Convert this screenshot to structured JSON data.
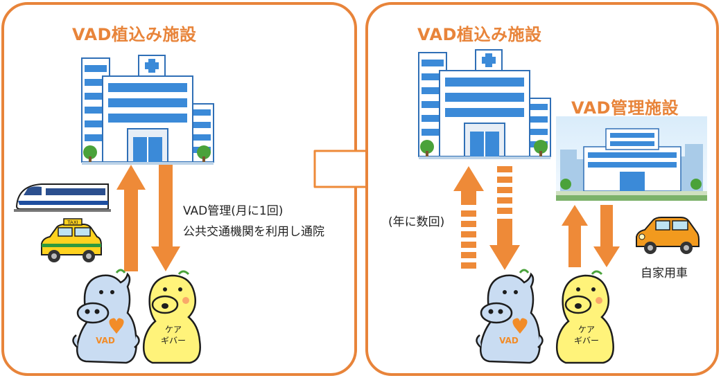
{
  "left_panel": {
    "facility_title": "VAD植込み施設",
    "management_label": "VAD管理(月に1回)",
    "transport_label": "公共交通機関を利用し通院",
    "taxi_sign": "TAXI",
    "patient_label": "VAD",
    "caregiver_label_line1": "ケア",
    "caregiver_label_line2": "ギバー"
  },
  "right_panel": {
    "implant_facility_title": "VAD植込み施設",
    "management_facility_title": "VAD管理施設",
    "frequency_label": "(年に数回)",
    "car_label": "自家用車",
    "patient_label": "VAD",
    "caregiver_label_line1": "ケア",
    "caregiver_label_line2": "ギバー"
  },
  "colors": {
    "accent": "#e8843a",
    "arrow": "#ee8a38",
    "patient_body": "#c9dcf2",
    "caregiver_body": "#fff37a",
    "hospital_blue": "#3b8ad8"
  }
}
